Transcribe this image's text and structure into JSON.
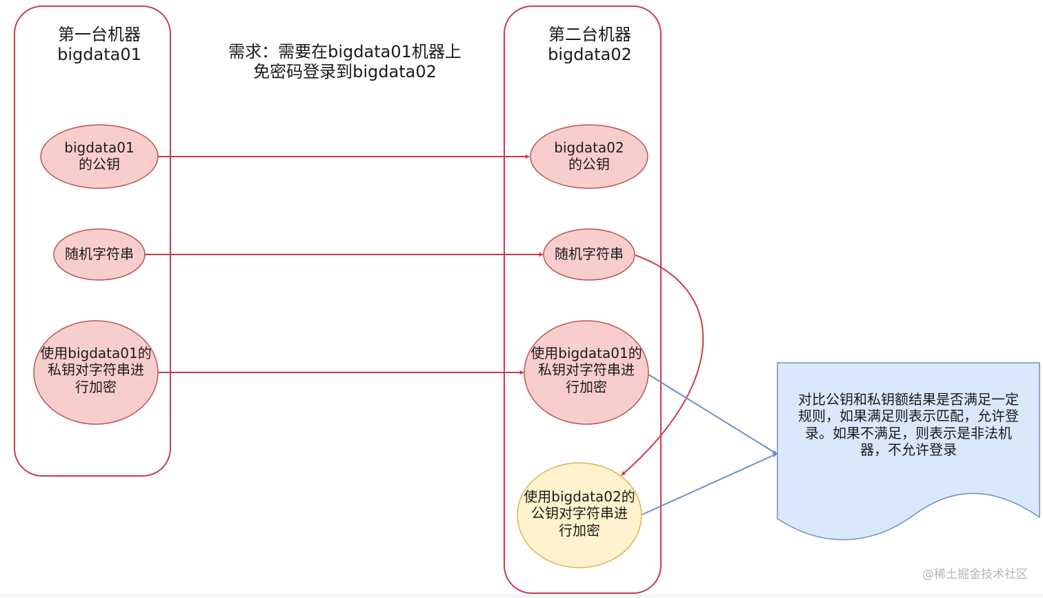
{
  "machine1": {
    "title": "第一台机器\nbigdata01",
    "nodes": [
      {
        "id": "m1-pubkey",
        "label": "bigdata01\n的公钥"
      },
      {
        "id": "m1-random",
        "label": "随机字符串"
      },
      {
        "id": "m1-encrypt",
        "label": "使用bigdata01的\n私钥对字符串进\n行加密"
      }
    ]
  },
  "machine2": {
    "title": "第二台机器\nbigdata02",
    "nodes": [
      {
        "id": "m2-pubkey",
        "label": "bigdata02\n的公钥"
      },
      {
        "id": "m2-random",
        "label": "随机字符串"
      },
      {
        "id": "m2-encrypt1",
        "label": "使用bigdata01的\n私钥对字符串进\n行加密"
      },
      {
        "id": "m2-encrypt2",
        "label": "使用bigdata02的\n公钥对字符串进\n行加密"
      }
    ]
  },
  "requirement": "需求：需要在bigdata01机器上\n免密码登录到bigdata02",
  "result_note": "对比公钥和私钥额结果是否满足一定\n规则，如果满足则表示匹配，允许登\n录。如果不满足，则表示是非法机\n器，不允许登录",
  "watermark": "@稀土掘金技术社区",
  "edges": [
    {
      "from": "m1-pubkey",
      "to": "m2-pubkey"
    },
    {
      "from": "m1-random",
      "to": "m2-random"
    },
    {
      "from": "m1-encrypt",
      "to": "m2-encrypt1"
    },
    {
      "from": "m2-random",
      "to": "m2-encrypt2"
    },
    {
      "from": "m2-encrypt1",
      "to": "result-note"
    },
    {
      "from": "m2-encrypt2",
      "to": "result-note"
    }
  ],
  "colors": {
    "container_stroke": "#c8394f",
    "red_fill": "#f8cecc",
    "red_stroke": "#b85450",
    "yellow_fill": "#fff2cc",
    "yellow_stroke": "#d6b656",
    "blue_fill": "#dae8fc",
    "blue_stroke": "#6c8ebf",
    "red_edge": "#c8394f",
    "blue_edge": "#6c8ebf"
  }
}
